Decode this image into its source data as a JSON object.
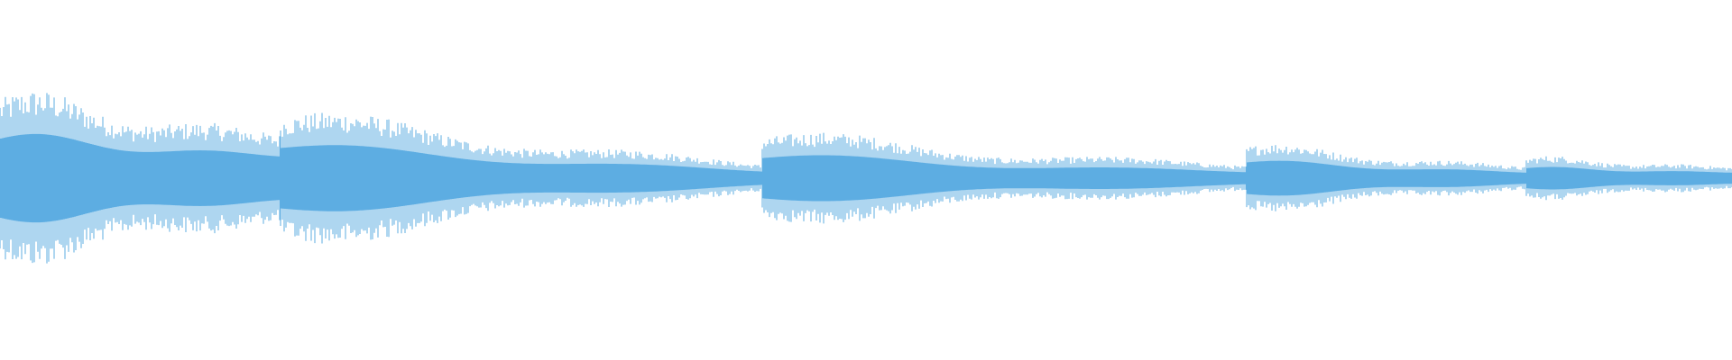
{
  "waveform": {
    "color": "#5dade2",
    "background": "#ffffff",
    "segments": [
      {
        "start": 0.0,
        "end": 0.162,
        "peak": 0.55,
        "decay": 0.45,
        "swell": 0.12,
        "dense": true
      },
      {
        "start": 0.162,
        "end": 0.44,
        "peak": 0.42,
        "decay": 0.78,
        "swell": 0.1,
        "dense": true
      },
      {
        "start": 0.44,
        "end": 0.72,
        "peak": 0.28,
        "decay": 0.7,
        "swell": 0.08,
        "dense": true
      },
      {
        "start": 0.72,
        "end": 0.881,
        "peak": 0.22,
        "decay": 0.65,
        "swell": 0.05,
        "dense": true
      },
      {
        "start": 0.881,
        "end": 1.0,
        "peak": 0.14,
        "decay": 0.45,
        "swell": 0.03,
        "dense": true
      }
    ]
  }
}
